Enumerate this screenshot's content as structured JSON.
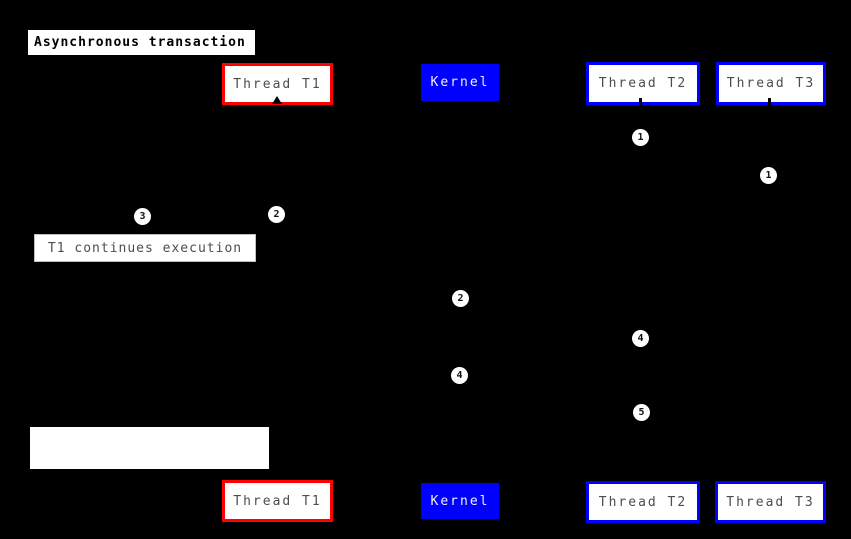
{
  "diagram": {
    "title": "Asynchronous transaction",
    "participants": [
      {
        "label": "Thread T1"
      },
      {
        "label": "Kernel"
      },
      {
        "label": "Thread T2"
      },
      {
        "label": "Thread T3"
      }
    ],
    "note": "T1 continues execution",
    "badges": [
      {
        "n": "1"
      },
      {
        "n": "1"
      },
      {
        "n": "2"
      },
      {
        "n": "3"
      },
      {
        "n": "2"
      },
      {
        "n": "4"
      },
      {
        "n": "4"
      },
      {
        "n": "5"
      }
    ],
    "colors": {
      "background": "#000000",
      "red_border": "#FF0000",
      "blue": "#0000FF",
      "box_text": "#4D4D4D",
      "kernel_text": "#F2EEFF",
      "title_text": "#000000",
      "badge_bg": "#FFFFFF",
      "badge_text": "#111111",
      "note_border": "#C0C0C0"
    }
  }
}
